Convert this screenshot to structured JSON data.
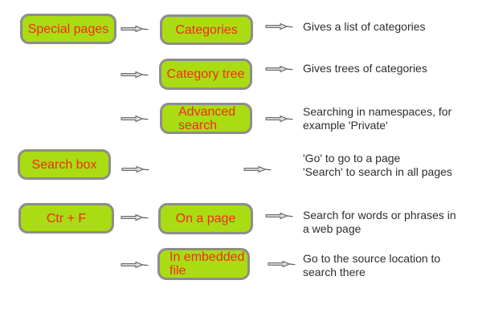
{
  "palette": {
    "box_fill": "#a9dc12",
    "box_border": "#8d8d8d",
    "box_label_red": "#f42a1c",
    "description_text": "#2d2d2d",
    "arrow_fill": "#dcdcdc",
    "arrow_outline": "#5a5a5a",
    "background": "#ffffff"
  },
  "icons": {
    "flow_arrow": "block arrow pointing right with thin tip"
  },
  "rows": [
    {
      "source": "Special pages",
      "method": "Categories",
      "description_lines": [
        "Gives a list of categories"
      ]
    },
    {
      "method": "Category tree",
      "description_lines": [
        "Gives trees of categories"
      ]
    },
    {
      "method_lines": [
        "Advanced",
        "search"
      ],
      "description_lines": [
        "Searching in namespaces, for",
        "example 'Private'"
      ]
    },
    {
      "source": "Search box",
      "description_lines": [
        "'Go' to go to a page",
        "'Search' to search in all pages"
      ]
    },
    {
      "source": "Ctr + F",
      "method": "On a page",
      "description_lines": [
        "Search for words or phrases in",
        "a web page"
      ]
    },
    {
      "method_lines": [
        "In embedded",
        "file"
      ],
      "description_lines": [
        "Go to the source location to",
        "search there"
      ]
    }
  ]
}
